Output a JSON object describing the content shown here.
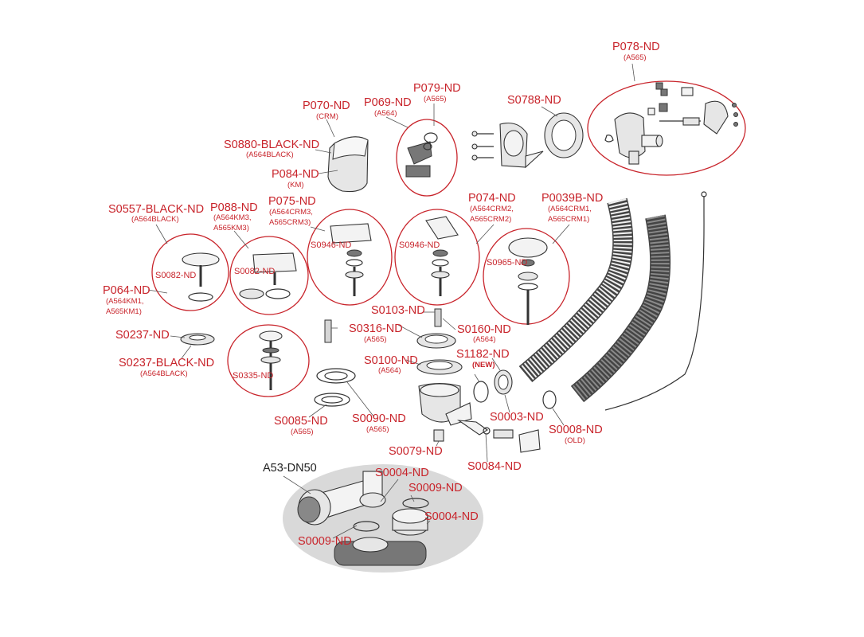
{
  "colors": {
    "label": "#c8242b",
    "callout_ring": "#c8242b",
    "assembly_bg": "#d9d9d9",
    "line": "#333333"
  },
  "labels": {
    "p078": "P078-ND",
    "p078_sub": "(A565)",
    "p079": "P079-ND",
    "p079_sub": "(A565)",
    "p069": "P069-ND",
    "p069_sub": "(A564)",
    "p070": "P070-ND",
    "p070_sub": "(CRM)",
    "s0788": "S0788-ND",
    "s0880": "S0880-BLACK-ND",
    "s0880_sub": "(A564BLACK)",
    "p084": "P084-ND",
    "p084_sub": "(KM)",
    "s0557": "S0557-BLACK-ND",
    "s0557_sub": "(A564BLACK)",
    "p088": "P088-ND",
    "p088_sub1": "(A564KM3,",
    "p088_sub2": "A565KM3)",
    "p075": "P075-ND",
    "p075_sub1": "(A564CRM3,",
    "p075_sub2": "A565CRM3)",
    "p074": "P074-ND",
    "p074_sub1": "(A564CRM2,",
    "p074_sub2": "A565CRM2)",
    "p0039b": "P0039B-ND",
    "p0039b_sub1": "(A564CRM1,",
    "p0039b_sub2": "A565CRM1)",
    "s0082_a": "S0082-ND",
    "s0082_b": "S0082-ND",
    "s0946_a": "S0946-ND",
    "s0946_b": "S0946-ND",
    "s0965": "S0965-ND",
    "p064": "P064-ND",
    "p064_sub1": "(A564KM1,",
    "p064_sub2": "A565KM1)",
    "s0103": "S0103-ND",
    "s0316": "S0316-ND",
    "s0316_sub": "(A565)",
    "s0160": "S0160-ND",
    "s0160_sub": "(A564)",
    "s0237": "S0237-ND",
    "s0237b": "S0237-BLACK-ND",
    "s0237b_sub": "(A564BLACK)",
    "s0335": "S0335-ND",
    "s1182": "S1182-ND",
    "s1182_new": "(NEW)",
    "s0100": "S0100-ND",
    "s0100_sub": "(A564)",
    "s0003": "S0003-ND",
    "s0008": "S0008-ND",
    "s0008_sub": "(OLD)",
    "s0085": "S0085-ND",
    "s0085_sub": "(A565)",
    "s0090": "S0090-ND",
    "s0090_sub": "(A565)",
    "s0079": "S0079-ND",
    "s0084": "S0084-ND",
    "a53": "A53-DN50",
    "s0004_a": "S0004-ND",
    "s0009_a": "S0009-ND",
    "s0004_b": "S0004-ND",
    "s0009_b": "S0009-ND"
  }
}
